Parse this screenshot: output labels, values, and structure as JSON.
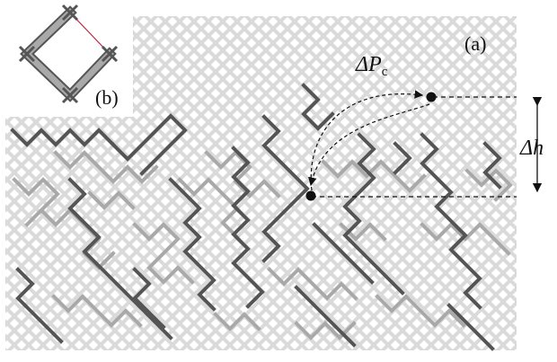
{
  "panel_a": {
    "label": "(a)"
  },
  "panel_b": {
    "label": "(b)"
  },
  "annotations": {
    "delta_pc": {
      "symbol": "ΔP",
      "subscript": "c"
    },
    "delta_h": {
      "symbol": "Δh"
    }
  },
  "colors": {
    "background_lattice": "#d9d9d9",
    "cluster_light": "#aaaaaa",
    "cluster_dark": "#555555",
    "marker": "#111111",
    "inset_bond_outline": "#555555",
    "inset_bond_fill": "#a9a9a9",
    "inset_diagonal": "#c81e3a"
  }
}
